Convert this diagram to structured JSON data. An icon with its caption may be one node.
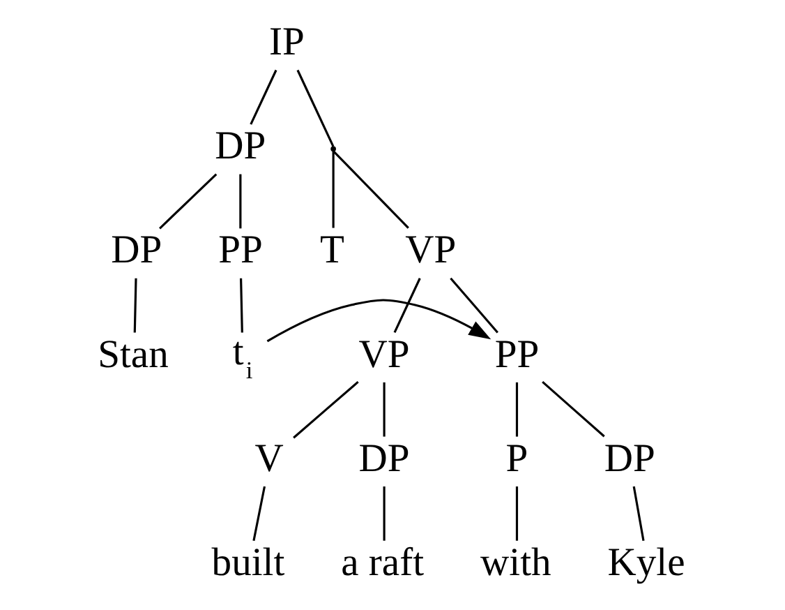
{
  "diagram": {
    "nodes": [
      {
        "text": [
          "IP"
        ]
      },
      {
        "text": [
          "DP"
        ]
      },
      {
        "text": [],
        "shape": "point"
      },
      {
        "text": [
          "DP"
        ]
      },
      {
        "text": [
          "PP"
        ]
      },
      {
        "text": [
          "T"
        ]
      },
      {
        "text": [
          "VP"
        ]
      },
      {
        "text": [
          "Stan"
        ]
      },
      {
        "text": [
          "t$_{i}$"
        ]
      },
      {
        "text": [
          "VP"
        ]
      },
      {
        "text": [
          "PP"
        ]
      },
      {
        "text": [
          "V"
        ]
      },
      {
        "text": [
          "DP"
        ]
      },
      {
        "text": [
          "P"
        ]
      },
      {
        "text": [
          "DP"
        ]
      },
      {
        "text": [
          "built"
        ]
      },
      {
        "text": [
          "a raft"
        ]
      },
      {
        "text": [
          "with"
        ]
      },
      {
        "text": [
          "Kyle"
        ]
      }
    ],
    "edges": [
      {
        "from": 0,
        "to": 1,
        "arrow": "none"
      },
      {
        "from": 0,
        "to": 2,
        "arrow": "none"
      },
      {
        "from": 1,
        "to": 3,
        "arrow": "none"
      },
      {
        "from": 1,
        "to": 4,
        "arrow": "none"
      },
      {
        "from": 2,
        "to": 5,
        "arrow": "none"
      },
      {
        "from": 2,
        "to": 6,
        "arrow": "none"
      },
      {
        "from": 3,
        "to": 7,
        "arrow": "none"
      },
      {
        "from": 4,
        "to": 8,
        "arrow": "none"
      },
      {
        "from": 6,
        "to": 9,
        "arrow": "none"
      },
      {
        "from": 6,
        "to": 10,
        "arrow": "none"
      },
      {
        "from": 9,
        "to": 11,
        "arrow": "none"
      },
      {
        "from": 9,
        "to": 12,
        "arrow": "none"
      },
      {
        "from": 10,
        "to": 13,
        "arrow": "none"
      },
      {
        "from": 10,
        "to": 14,
        "arrow": "none"
      },
      {
        "from": 11,
        "to": 15,
        "arrow": "none"
      },
      {
        "from": 12,
        "to": 16,
        "arrow": "none"
      },
      {
        "from": 13,
        "to": 17,
        "arrow": "none"
      },
      {
        "from": 14,
        "to": 18,
        "arrow": "none"
      },
      {
        "from": 8,
        "to": 10,
        "arrow": "to"
      }
    ]
  }
}
